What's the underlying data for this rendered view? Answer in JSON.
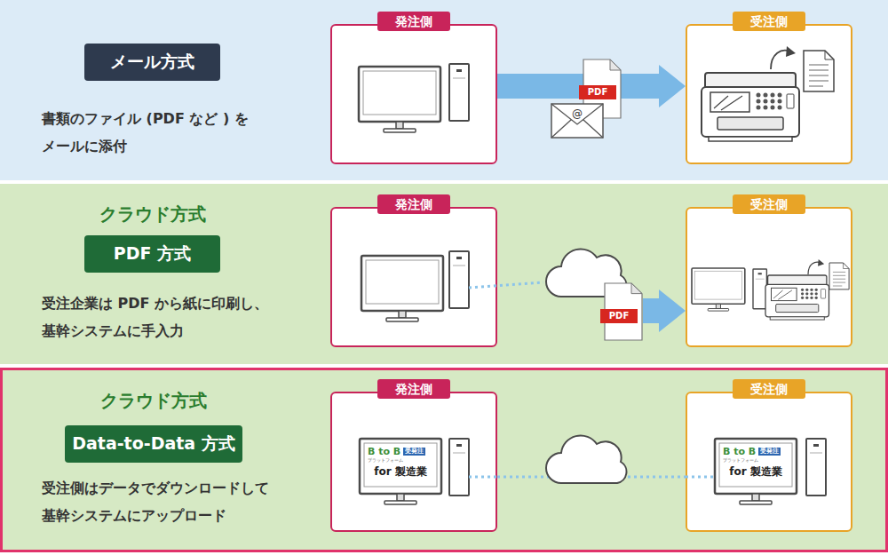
{
  "diagram": {
    "nodes": [
      {
        "text": [
          "書類のファイル (PDF など ) を メールに添付"
        ]
      },
      {
        "text": [
          "メール方式"
        ],
        "in": 0
      },
      {
        "text": [
          "発注側"
        ],
        "in": 0
      },
      {
        "text": [
          "PDF"
        ],
        "in": 0
      },
      {
        "text": [
          "@"
        ],
        "in": 0
      },
      {
        "text": [
          "受注側"
        ],
        "in": 0
      },
      {
        "text": [
          "クラウド方式",
          "受注企業は PDF から紙に印刷し、 基幹システムに手入力"
        ]
      },
      {
        "text": [
          "PDF 方式"
        ],
        "in": 6
      },
      {
        "text": [
          "発注側"
        ],
        "in": 6
      },
      {
        "text": [
          "PDF"
        ],
        "in": 6
      },
      {
        "text": [
          "受注側"
        ],
        "in": 6
      },
      {
        "text": [
          "クラウド方式",
          "受注側はデータでダウンロードして 基幹システムにアップロード"
        ]
      },
      {
        "text": [
          "Data-to-Data 方式"
        ],
        "in": 11
      },
      {
        "text": [
          "発注側"
        ],
        "in": 11
      },
      {
        "text": [
          "B to B",
          "プラットフォーム",
          "受発注",
          "for 製造業"
        ],
        "in": 13
      },
      {
        "text": [
          "受注側"
        ],
        "in": 11
      },
      {
        "text": [
          "B to B",
          "プラットフォーム",
          "受発注",
          "for 製造業"
        ],
        "in": 15
      }
    ],
    "edges": [
      {
        "from": 2,
        "to": 5,
        "arrow": "to"
      },
      {
        "from": 9,
        "to": 10,
        "arrow": "to"
      },
      {
        "from": 13,
        "to": 15,
        "arrow": "none"
      }
    ]
  }
}
